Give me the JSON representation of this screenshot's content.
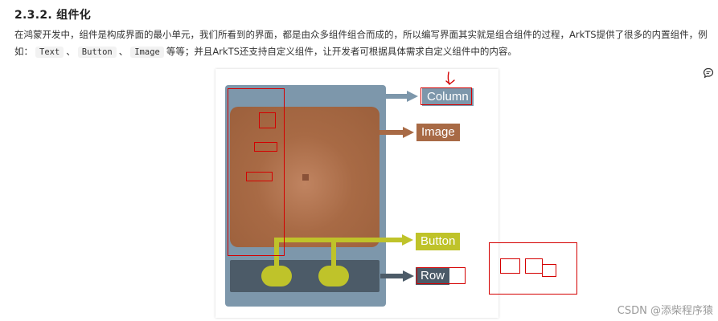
{
  "section": {
    "number": "2.3.2.",
    "title": "组件化"
  },
  "paragraph": {
    "part1": "在鸿蒙开发中，组件是构成界面的最小单元，我们所看到的界面，都是由众多组件组合而成的，所以编写界面其实就是组合组件的过程，ArkTS提供了很多的内置组件，例如：",
    "code1": "Text",
    "sep1": "、",
    "code2": "Button",
    "sep2": "、",
    "code3": "Image",
    "part2": "等等；并且ArkTS还支持自定义组件，让开发者可根据具体需求自定义组件中的内容。"
  },
  "diagram": {
    "labels": {
      "column": "Column",
      "image": "Image",
      "button": "Button",
      "row": "Row"
    },
    "colors": {
      "column": "#7d97ab",
      "image": "#a86a45",
      "button": "#bfc32a",
      "row": "#4c5b68",
      "annotation": "#d40000"
    }
  },
  "watermark": "CSDN @添柴程序猿"
}
